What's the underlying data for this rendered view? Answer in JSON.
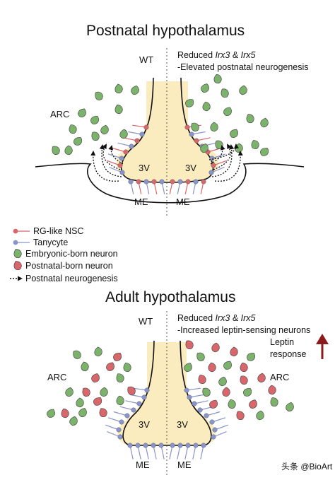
{
  "colors": {
    "ventricle_fill": "#fbecc0",
    "embryonic_neuron": "#7cb36a",
    "postnatal_neuron": "#d9666a",
    "rg_nsc": "#d9666a",
    "tanycyte": "#8894cc",
    "leptin_arrow": "#8b1c1c"
  },
  "icons": {
    "embryonic": "green-leaf-cell",
    "postnatal": "red-leaf-cell",
    "rg_nsc": "red-ball-and-stick",
    "tanycyte": "blue-ball-and-stick",
    "neurogenesis": "dotted-arrow"
  },
  "postnatal": {
    "title": "Postnatal hypothalamus",
    "wt": "WT",
    "arc": "ARC",
    "v3_left": "3V",
    "v3_right": "3V",
    "me_left": "ME",
    "me_right": "ME",
    "reduced_prefix": "Reduced ",
    "gene1": "Irx3",
    "amp": " & ",
    "gene2": "Irx5",
    "effect": "-Elevated postnatal neurogenesis"
  },
  "legend": {
    "rg_nsc": "RG-like NSC",
    "tanycyte": "Tanycyte",
    "embryonic": "Embryonic-born neuron",
    "postnatal": "Postnatal-born neuron",
    "neurogenesis": "Postnatal neurogenesis"
  },
  "adult": {
    "title": "Adult hypothalamus",
    "wt": "WT",
    "arc_left": "ARC",
    "arc_right": "ARC",
    "v3_left": "3V",
    "v3_right": "3V",
    "me_left": "ME",
    "me_right": "ME",
    "reduced_prefix": "Reduced ",
    "gene1": "Irx3",
    "amp": " & ",
    "gene2": "Irx5",
    "effect": "-Increased leptin-sensing neurons",
    "leptin_line1": "Leptin",
    "leptin_line2": "response"
  },
  "watermark": "头条 @BioArt"
}
